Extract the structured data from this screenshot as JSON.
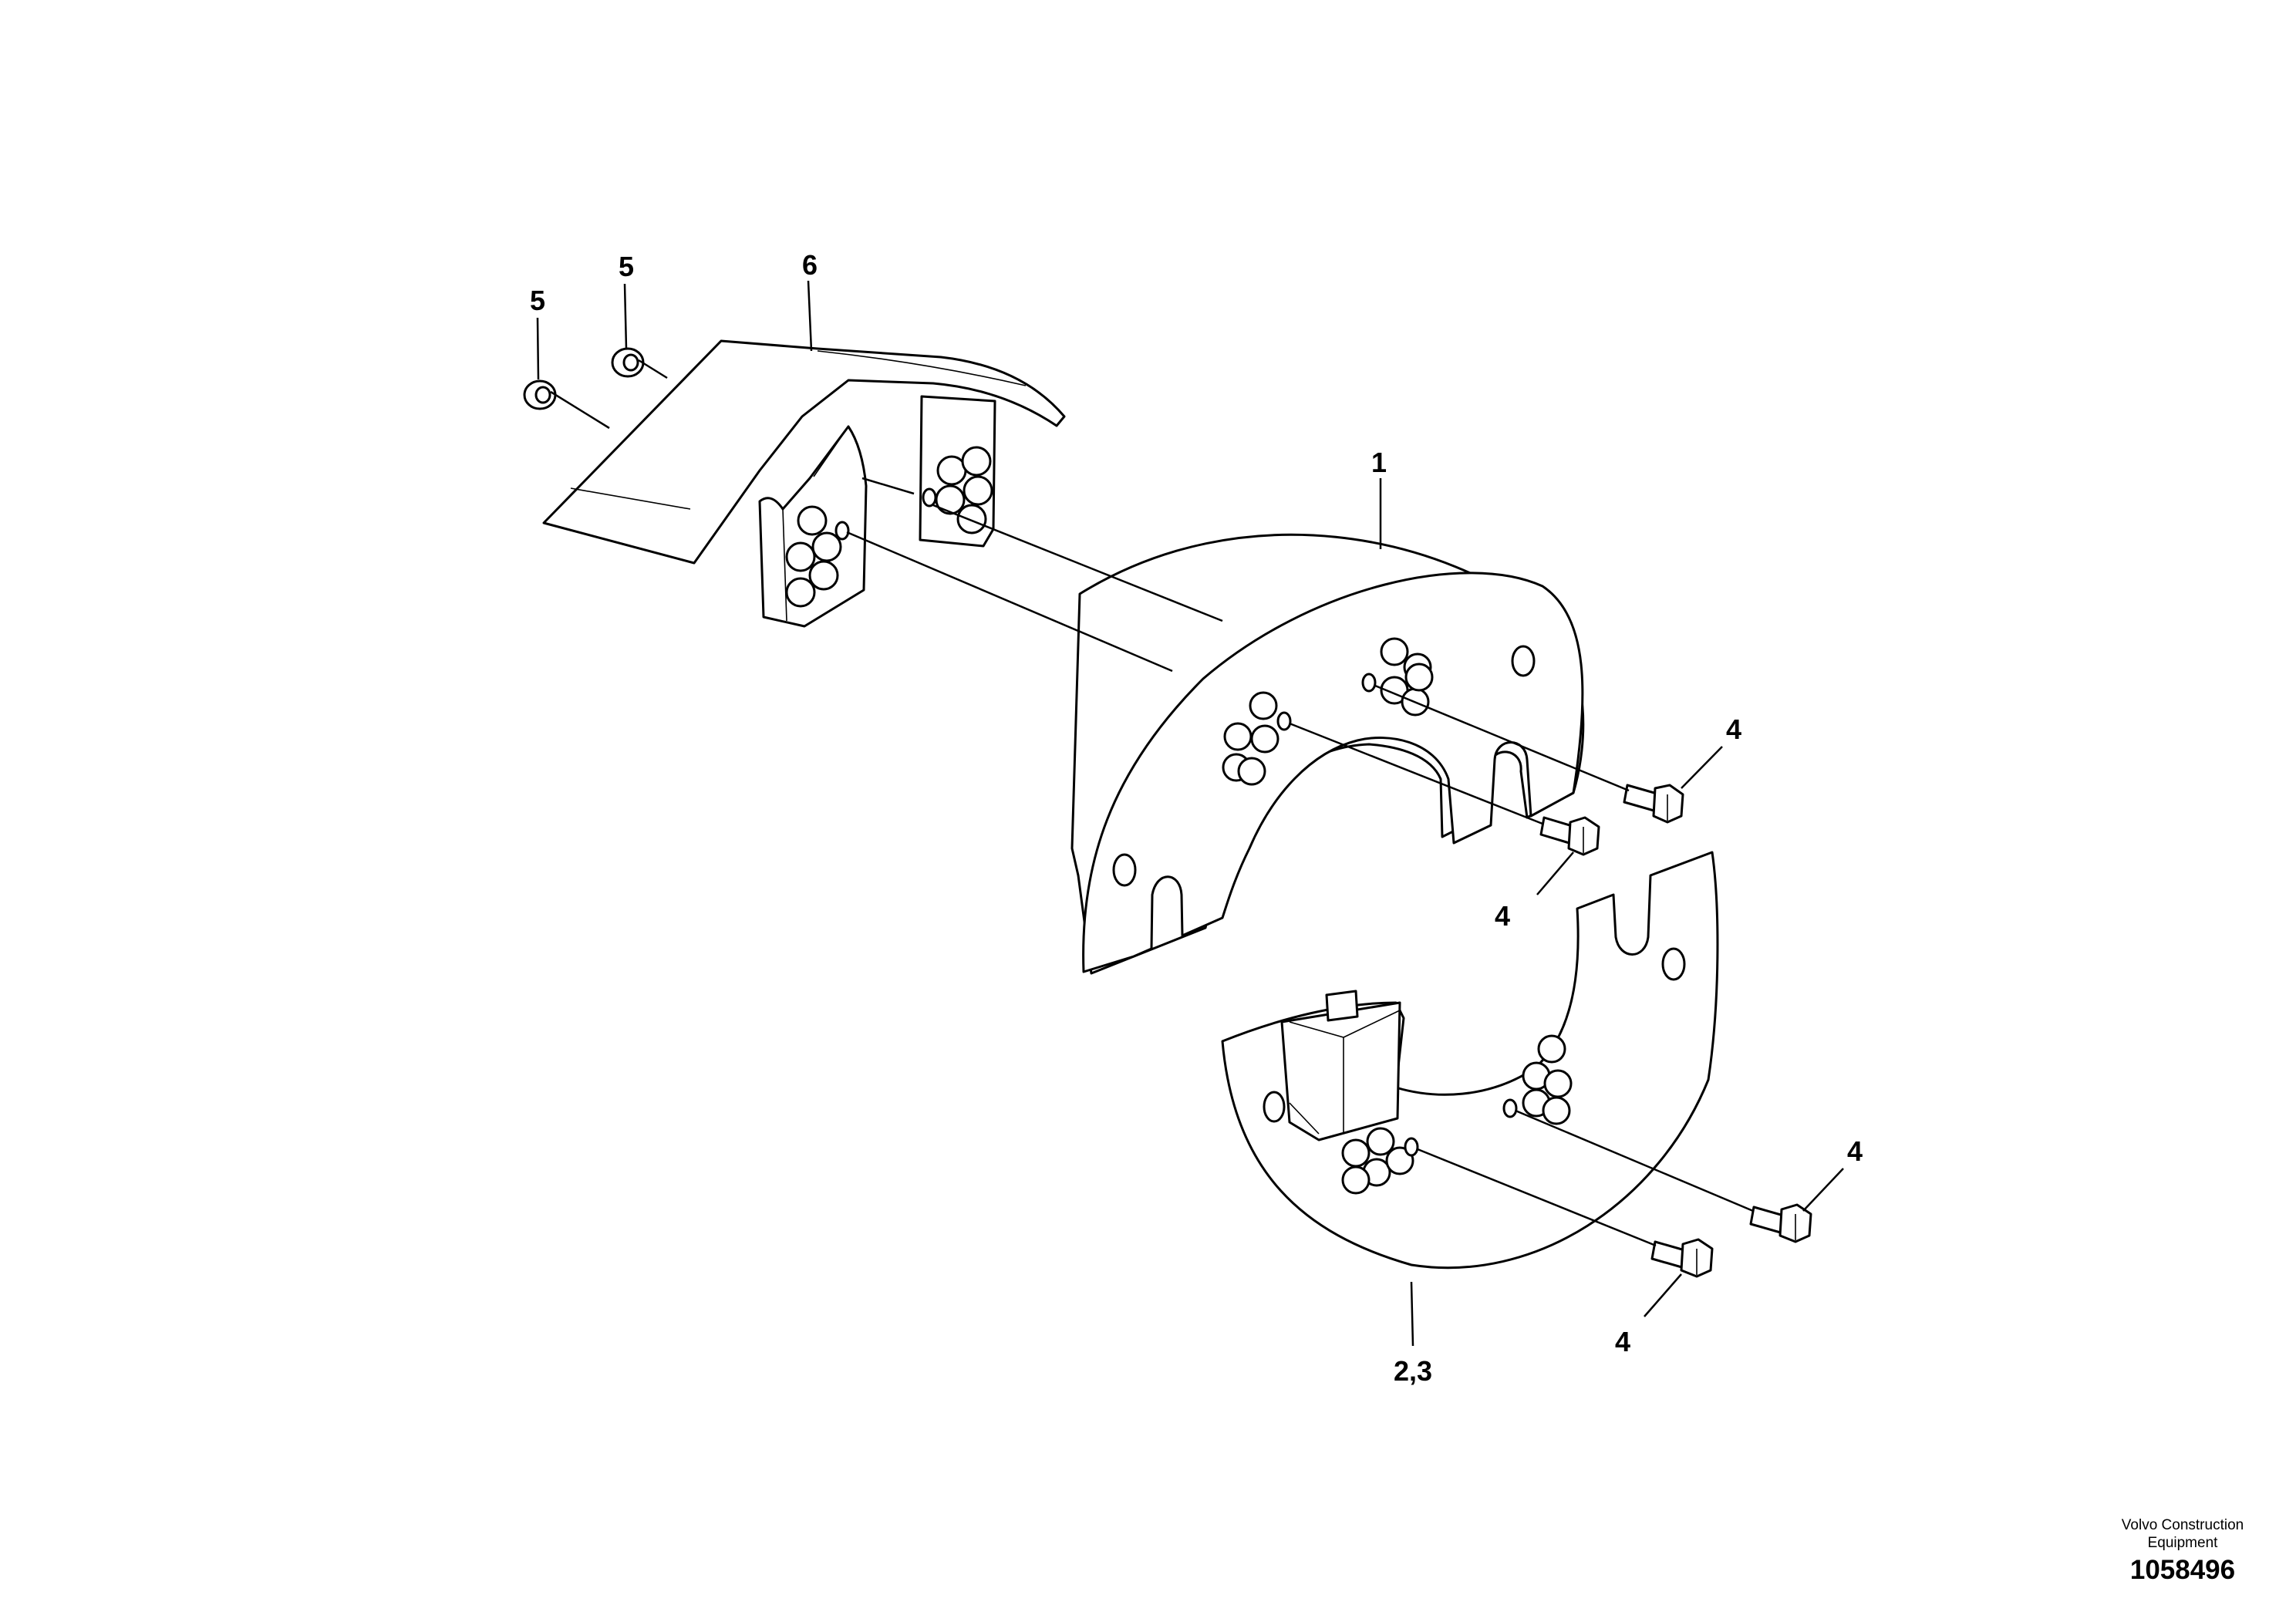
{
  "callouts": {
    "c1": "1",
    "c23": "2,3",
    "c4a": "4",
    "c4b": "4",
    "c4c": "4",
    "c4d": "4",
    "c5a": "5",
    "c5b": "5",
    "c6": "6"
  },
  "footer": {
    "company_line1": "Volvo Construction",
    "company_line2": "Equipment",
    "document_number": "1058496"
  }
}
